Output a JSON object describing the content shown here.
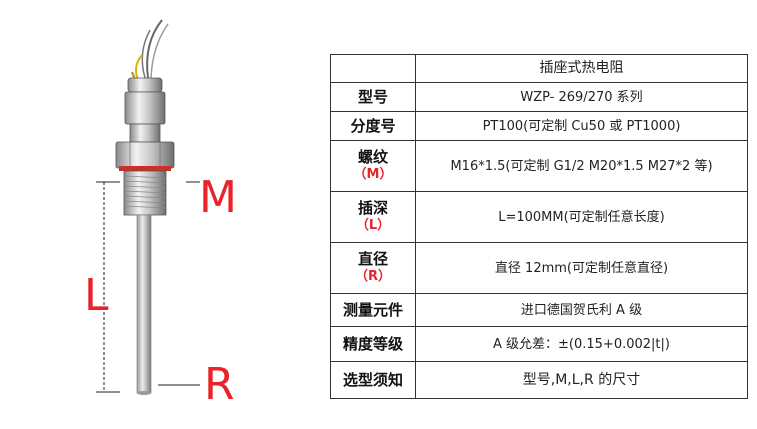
{
  "header": "插座式热电阻",
  "rows": [
    {
      "label": "型号",
      "value": "WZP- 269/270 系列"
    },
    {
      "label": "分度号",
      "value": "PT100(可定制 Cu50 或 PT1000)"
    },
    {
      "label": "螺纹",
      "sub": "（M）",
      "value": "M16*1.5(可定制 G1/2 M20*1.5 M27*2 等)"
    },
    {
      "label": "插深",
      "sub": "（L）",
      "value": "L=100MM(可定制任意长度)"
    },
    {
      "label": "直径",
      "sub": "（R）",
      "value": "直径 12mm(可定制任意直径)"
    },
    {
      "label": "测量元件",
      "value": "进口德国贺氏利 A 级"
    },
    {
      "label": "精度等级",
      "value": "A 级允差：±(0.15+0.002|t|)"
    },
    {
      "label": "选型须知",
      "value": "型号,M,L,R 的尺寸"
    }
  ],
  "diagram_labels": {
    "m": "M",
    "l": "L",
    "r": "R"
  },
  "colors": {
    "accent": "#e8242a",
    "border": "#333333"
  }
}
